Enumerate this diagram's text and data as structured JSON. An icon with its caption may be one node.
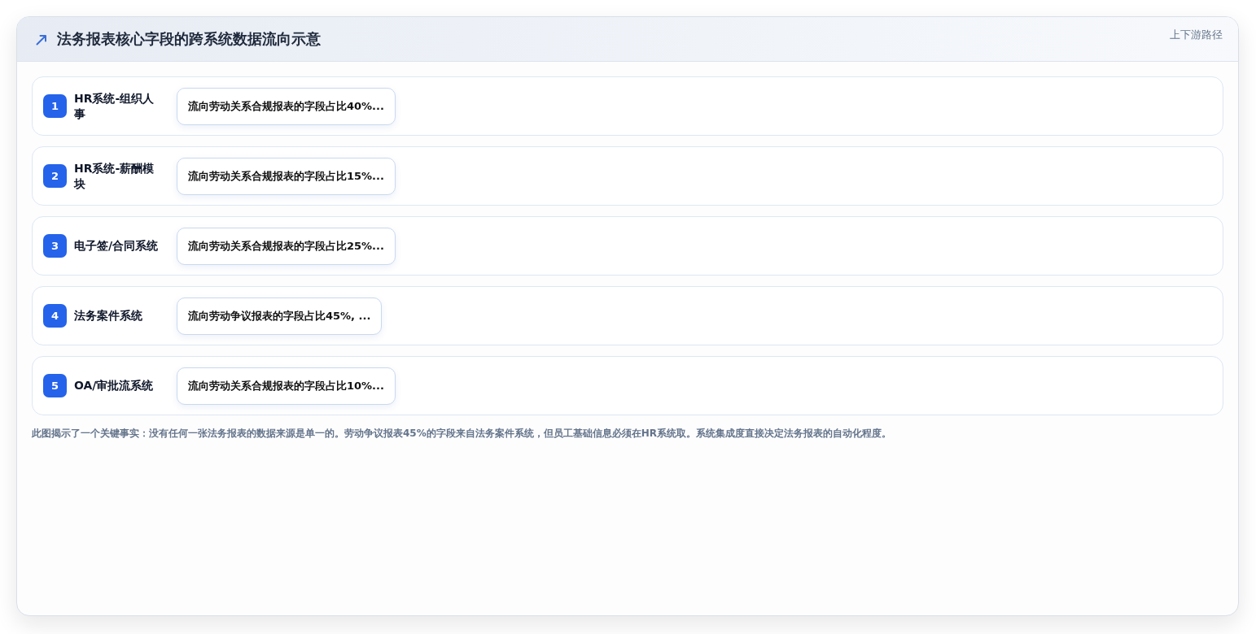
{
  "diagram": {
    "title": "法务报表核心字段的跨系统数据流向示意",
    "nodes": [
      {
        "text": [
          "HR系统-组织人事"
        ]
      },
      {
        "text": [
          "1"
        ],
        "in": 0
      },
      {
        "text": [
          "流向劳动关系合规报表的字段占比40%..."
        ],
        "in": 0
      },
      {
        "text": [
          "HR系统-薪酬模块"
        ]
      },
      {
        "text": [
          "2"
        ],
        "in": 3
      },
      {
        "text": [
          "流向劳动关系合规报表的字段占比15%..."
        ],
        "in": 3
      },
      {
        "text": [
          "电子签/合同系统"
        ]
      },
      {
        "text": [
          "3"
        ],
        "in": 6
      },
      {
        "text": [
          "流向劳动关系合规报表的字段占比25%..."
        ],
        "in": 6
      },
      {
        "text": [
          "法务案件系统"
        ]
      },
      {
        "text": [
          "4"
        ],
        "in": 9
      },
      {
        "text": [
          "流向劳动争议报表的字段占比45%, ..."
        ],
        "in": 9
      },
      {
        "text": [
          "OA/审批流系统"
        ]
      },
      {
        "text": [
          "5"
        ],
        "in": 12
      },
      {
        "text": [
          "流向劳动关系合规报表的字段占比10%..."
        ],
        "in": 12
      }
    ],
    "labels": [
      "上下游路径"
    ],
    "caption": "此图揭示了一个关键事实：没有任何一张法务报表的数据来源是单一的。劳动争议报表45%的字段来自法务案件系统，但员工基础信息必须在HR系统取。系统集成度直接决定法务报表的自动化程度。"
  }
}
